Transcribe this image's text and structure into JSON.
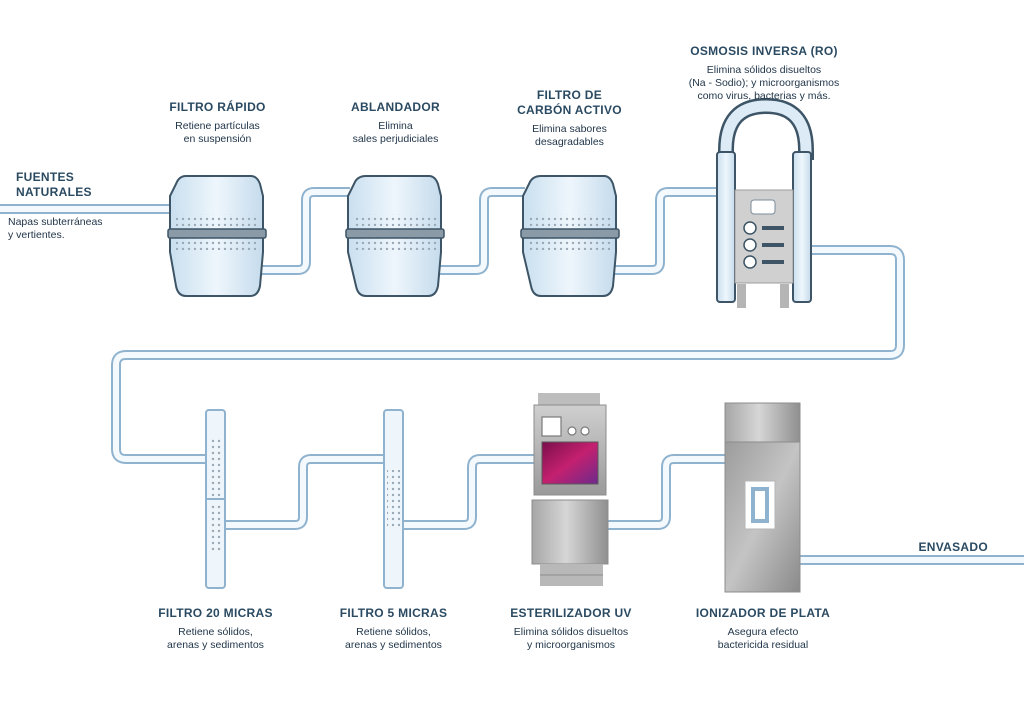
{
  "source": {
    "title_lines": [
      "FUENTES",
      "NATURALES"
    ],
    "desc_lines": [
      "Napas subterráneas",
      "y vertientes."
    ]
  },
  "stages": [
    {
      "id": "filtro-rapido",
      "title_lines": [
        "FILTRO RÁPIDO"
      ],
      "desc_lines": [
        "Retiene partículas",
        "en suspensión"
      ]
    },
    {
      "id": "ablandador",
      "title_lines": [
        "ABLANDADOR"
      ],
      "desc_lines": [
        "Elimina",
        "sales perjudiciales"
      ]
    },
    {
      "id": "filtro-carbon",
      "title_lines": [
        "FILTRO DE",
        "CARBÓN ACTIVO"
      ],
      "desc_lines": [
        "Elimina sabores",
        "desagradables"
      ]
    },
    {
      "id": "osmosis",
      "title_lines": [
        "OSMOSIS INVERSA (RO)"
      ],
      "desc_lines": [
        "Elimina sólidos disueltos",
        "(Na - Sodio); y microorganismos",
        "como virus, bacterias y más."
      ]
    },
    {
      "id": "filtro-20",
      "title_lines": [
        "FILTRO 20 MICRAS"
      ],
      "desc_lines": [
        "Retiene sólidos,",
        "arenas y sedimentos"
      ]
    },
    {
      "id": "filtro-5",
      "title_lines": [
        "FILTRO 5 MICRAS"
      ],
      "desc_lines": [
        "Retiene sólidos,",
        "arenas y sedimentos"
      ]
    },
    {
      "id": "uv",
      "title_lines": [
        "ESTERILIZADOR UV"
      ],
      "desc_lines": [
        "Elimina sólidos disueltos",
        "y microorganismos"
      ]
    },
    {
      "id": "ionizador",
      "title_lines": [
        "IONIZADOR DE PLATA"
      ],
      "desc_lines": [
        "Asegura efecto",
        "bactericida residual"
      ]
    }
  ],
  "output": {
    "title": "ENVASADO"
  },
  "colors": {
    "pipe_outline": "#8fb3cf",
    "pipe_fill": "#f4f9fd",
    "tank_fill": "#dcebf6",
    "tank_outline": "#3d5566",
    "metal_light": "#d8d8d8",
    "metal_dark": "#8c8c8c",
    "uv_screen": "#a3155f",
    "label_title": "#2a4a62"
  }
}
